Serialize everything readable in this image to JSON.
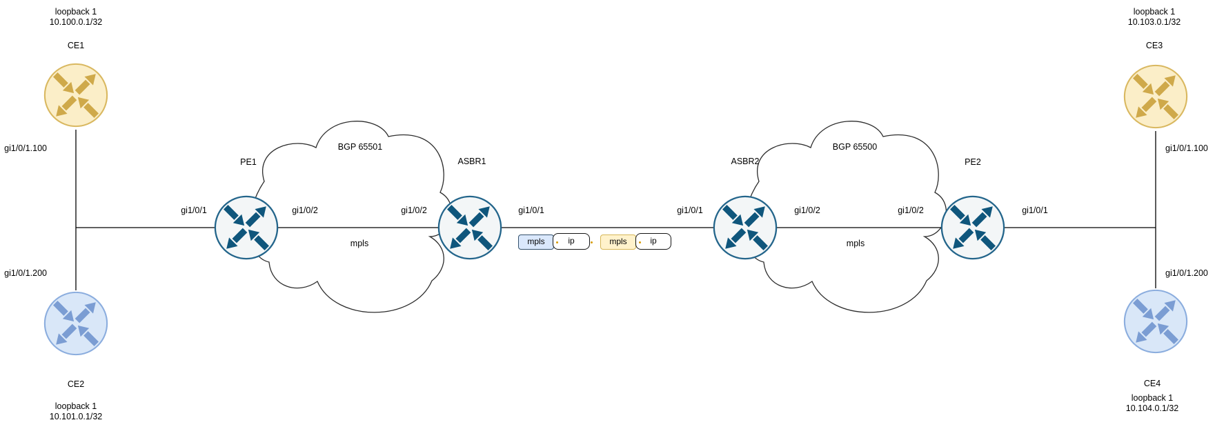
{
  "nodes": {
    "ce1": {
      "name": "CE1",
      "loopback": "loopback 1",
      "ip": "10.100.0.1/32",
      "interface": "gi1/0/1.100"
    },
    "ce2": {
      "name": "CE2",
      "loopback": "loopback 1",
      "ip": "10.101.0.1/32",
      "interface": "gi1/0/1.200"
    },
    "ce3": {
      "name": "CE3",
      "loopback": "loopback 1",
      "ip": "10.103.0.1/32",
      "interface": "gi1/0/1.100"
    },
    "ce4": {
      "name": "CE4",
      "loopback": "loopback 1",
      "ip": "10.104.0.1/32",
      "interface": "gi1/0/1.200"
    },
    "pe1": {
      "name": "PE1",
      "if_left": "gi1/0/1",
      "if_right": "gi1/0/2"
    },
    "asbr1": {
      "name": "ASBR1",
      "if_left": "gi1/0/2",
      "if_right": "gi1/0/1"
    },
    "asbr2": {
      "name": "ASBR2",
      "if_left": "gi1/0/1",
      "if_right": "gi1/0/2"
    },
    "pe2": {
      "name": "PE2",
      "if_left": "gi1/0/2",
      "if_right": "gi1/0/1"
    }
  },
  "clouds": {
    "left": {
      "label": "BGP 65501",
      "core_label": "mpls"
    },
    "right": {
      "label": "BGP 65500",
      "core_label": "mpls"
    }
  },
  "link_labels": {
    "pair1": {
      "transport": "mpls",
      "payload": "ip"
    },
    "pair2": {
      "transport": "mpls",
      "payload": "ip"
    },
    "separator": "."
  },
  "colors": {
    "ce_yellow_fill": "#fbeec8",
    "ce_yellow_stroke": "#d9b860",
    "ce_yellow_arrows": "#cfa94a",
    "ce_blue_fill": "#d9e7f8",
    "ce_blue_stroke": "#8badde",
    "ce_blue_arrows": "#7b9dd3",
    "core_fill": "#f3f6f7",
    "core_stroke": "#23658b",
    "core_arrows": "#0f567c",
    "tag_mpls_blue": "#dae8fc",
    "tag_mpls_yellow": "#fff2cc",
    "tag_dot": "#d79b00",
    "wire": "#000000"
  }
}
